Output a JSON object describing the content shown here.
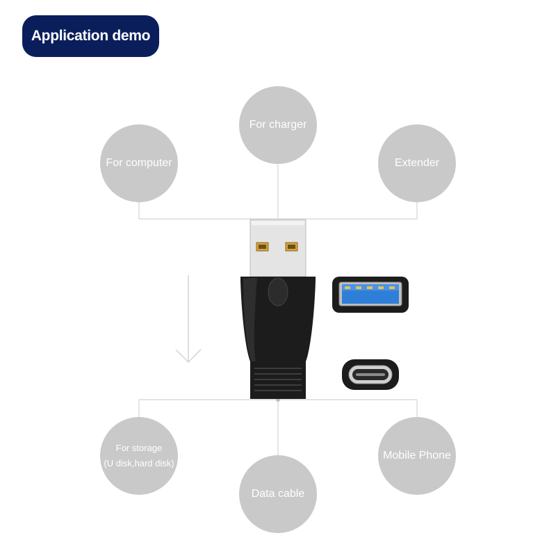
{
  "header": {
    "title": "Application demo"
  },
  "top_uses": [
    {
      "label": "For charger"
    },
    {
      "label": "For computer"
    },
    {
      "label": "Extender"
    }
  ],
  "bottom_uses": [
    {
      "label": "For storage",
      "sub": "(U disk,hard disk)"
    },
    {
      "label": "Data cable"
    },
    {
      "label": "Mobile Phone"
    }
  ],
  "colors": {
    "badge": "#0b1e5c",
    "circle": "#c9c9c9",
    "connector_line": "#d9d9d9",
    "adapter_body": "#1a1a1a",
    "usb_port_blue": "#2f7fd8"
  }
}
